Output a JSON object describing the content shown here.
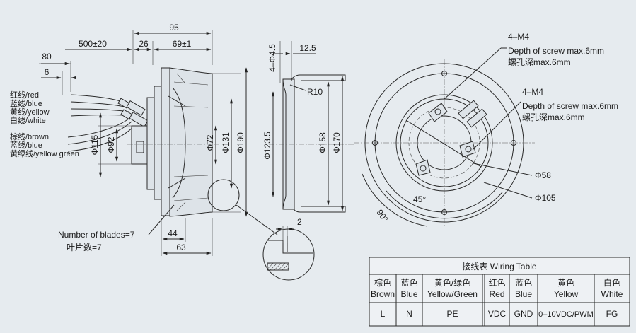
{
  "side_view": {
    "dim_total_width": "95",
    "dim_cable_length": "500±20",
    "dim_26": "26",
    "dim_69": "69±1",
    "dim_80": "80",
    "dim_6": "6",
    "dim_phi115": "Φ115",
    "dim_phi92": "Φ92",
    "dim_phi72": "Φ72",
    "dim_phi131": "Φ131",
    "dim_phi190": "Φ190",
    "dim_44": "44",
    "dim_63": "63",
    "blades_en": "Number of blades=7",
    "blades_cn": "叶片数=7",
    "wires_group1": [
      "红线/red",
      "蓝线/blue",
      "黄线/yellow",
      "白线/white"
    ],
    "wires_group2": [
      "棕线/brown",
      "蓝线/blue",
      "黄绿线/yellow green"
    ]
  },
  "section_view": {
    "dim_4_phi45": "4–Φ4.5",
    "dim_12_5": "12.5",
    "dim_r10": "R10",
    "dim_phi123_5": "Φ123.5",
    "dim_phi158": "Φ158",
    "dim_phi170": "Φ170",
    "dim_2": "2"
  },
  "front_view": {
    "note1_title": "4–M4",
    "note1_en": "Depth of screw max.6mm",
    "note1_cn": "螺孔深max.6mm",
    "note2_title": "4–M4",
    "note2_en": "Depth of screw max.6mm",
    "note2_cn": "螺孔深max.6mm",
    "dim_phi58": "Φ58",
    "dim_phi105": "Φ105",
    "angle_45": "45°",
    "angle_90": "90°"
  },
  "wiring_table": {
    "title": "接线表  Wiring Table",
    "columns": [
      {
        "cn": "棕色",
        "en": "Brown",
        "val": "L"
      },
      {
        "cn": "蓝色",
        "en": "Blue",
        "val": "N"
      },
      {
        "cn": "黄色/绿色",
        "en": "Yellow/Green",
        "val": "PE"
      },
      {
        "cn": "红色",
        "en": "Red",
        "val": "VDC"
      },
      {
        "cn": "蓝色",
        "en": "Blue",
        "val": "GND"
      },
      {
        "cn": "黄色",
        "en": "Yellow",
        "val": "0–10VDC/PWM"
      },
      {
        "cn": "白色",
        "en": "White",
        "val": "FG"
      }
    ]
  }
}
